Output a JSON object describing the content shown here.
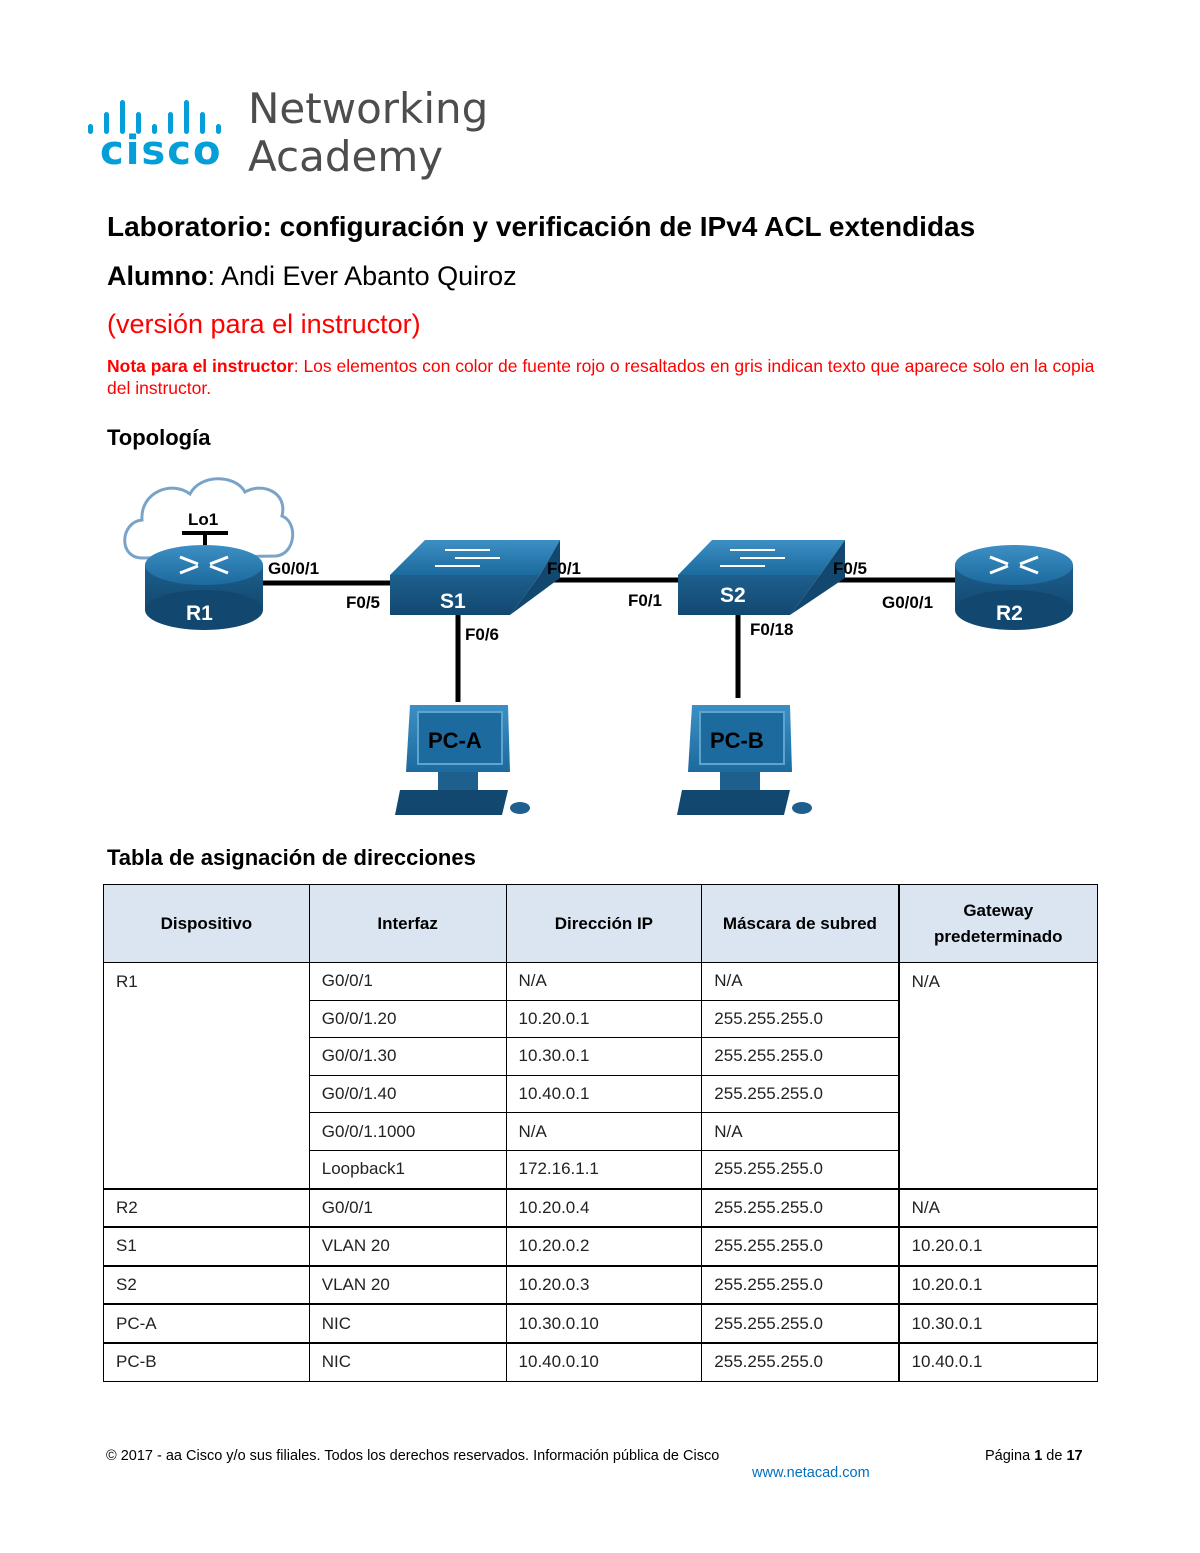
{
  "logo": {
    "cisco": "cisco",
    "product_line1": "Networking",
    "product_line2": "Academy",
    "brand_color": "#049fd9"
  },
  "title": "Laboratorio: configuración y verificación de IPv4 ACL extendidas",
  "student": {
    "label": "Alumno",
    "sep": ": ",
    "name": "Andi Ever Abanto Quiroz"
  },
  "version": "(versión para el instructor)",
  "note": {
    "label": "Nota para el instructor",
    "text": ": Los elementos con color de fuente rojo o resaltados en gris indican texto que aparece solo en la copia del instructor."
  },
  "topology": {
    "heading": "Topología",
    "devices": {
      "r1": "R1",
      "r2": "R2",
      "s1": "S1",
      "s2": "S2",
      "pca": "PC-A",
      "pcb": "PC-B",
      "lo1": "Lo1"
    },
    "ports": {
      "r1_g": "G0/0/1",
      "s1_f5": "F0/5",
      "s1_f1": "F0/1",
      "s2_f1": "F0/1",
      "s1_f6": "F0/6",
      "s2_f18": "F0/18",
      "s2_f5": "F0/5",
      "r2_g": "G0/0/1"
    }
  },
  "addressing_table": {
    "heading": "Tabla de asignación de direcciones",
    "headers": [
      "Dispositivo",
      "Interfaz",
      "Dirección IP",
      "Máscara de subred",
      "Gateway predeterminado"
    ],
    "r1": {
      "device": "R1",
      "gateway": "N/A",
      "rows": [
        [
          "G0/0/1",
          "N/A",
          "N/A"
        ],
        [
          "G0/0/1.20",
          "10.20.0.1",
          "255.255.255.0"
        ],
        [
          "G0/0/1.30",
          "10.30.0.1",
          "255.255.255.0"
        ],
        [
          "G0/0/1.40",
          "10.40.0.1",
          "255.255.255.0"
        ],
        [
          "G0/0/1.1000",
          "N/A",
          "N/A"
        ],
        [
          "Loopback1",
          "172.16.1.1",
          "255.255.255.0"
        ]
      ]
    },
    "others": [
      [
        "R2",
        "G0/0/1",
        "10.20.0.4",
        "255.255.255.0",
        "N/A"
      ],
      [
        "S1",
        "VLAN 20",
        "10.20.0.2",
        "255.255.255.0",
        "10.20.0.1"
      ],
      [
        "S2",
        "VLAN 20",
        "10.20.0.3",
        "255.255.255.0",
        "10.20.0.1"
      ],
      [
        "PC-A",
        "NIC",
        "10.30.0.10",
        "255.255.255.0",
        "10.30.0.1"
      ],
      [
        "PC-B",
        "NIC",
        "10.40.0.10",
        "255.255.255.0",
        "10.40.0.1"
      ]
    ]
  },
  "footer": {
    "copyright": "© 2017 - aa Cisco y/o sus filiales. Todos los derechos reservados. Información pública de Cisco",
    "page_label": "Página ",
    "page_num": "1",
    "page_of": " de ",
    "page_total": "17",
    "url": "www.netacad.com"
  }
}
